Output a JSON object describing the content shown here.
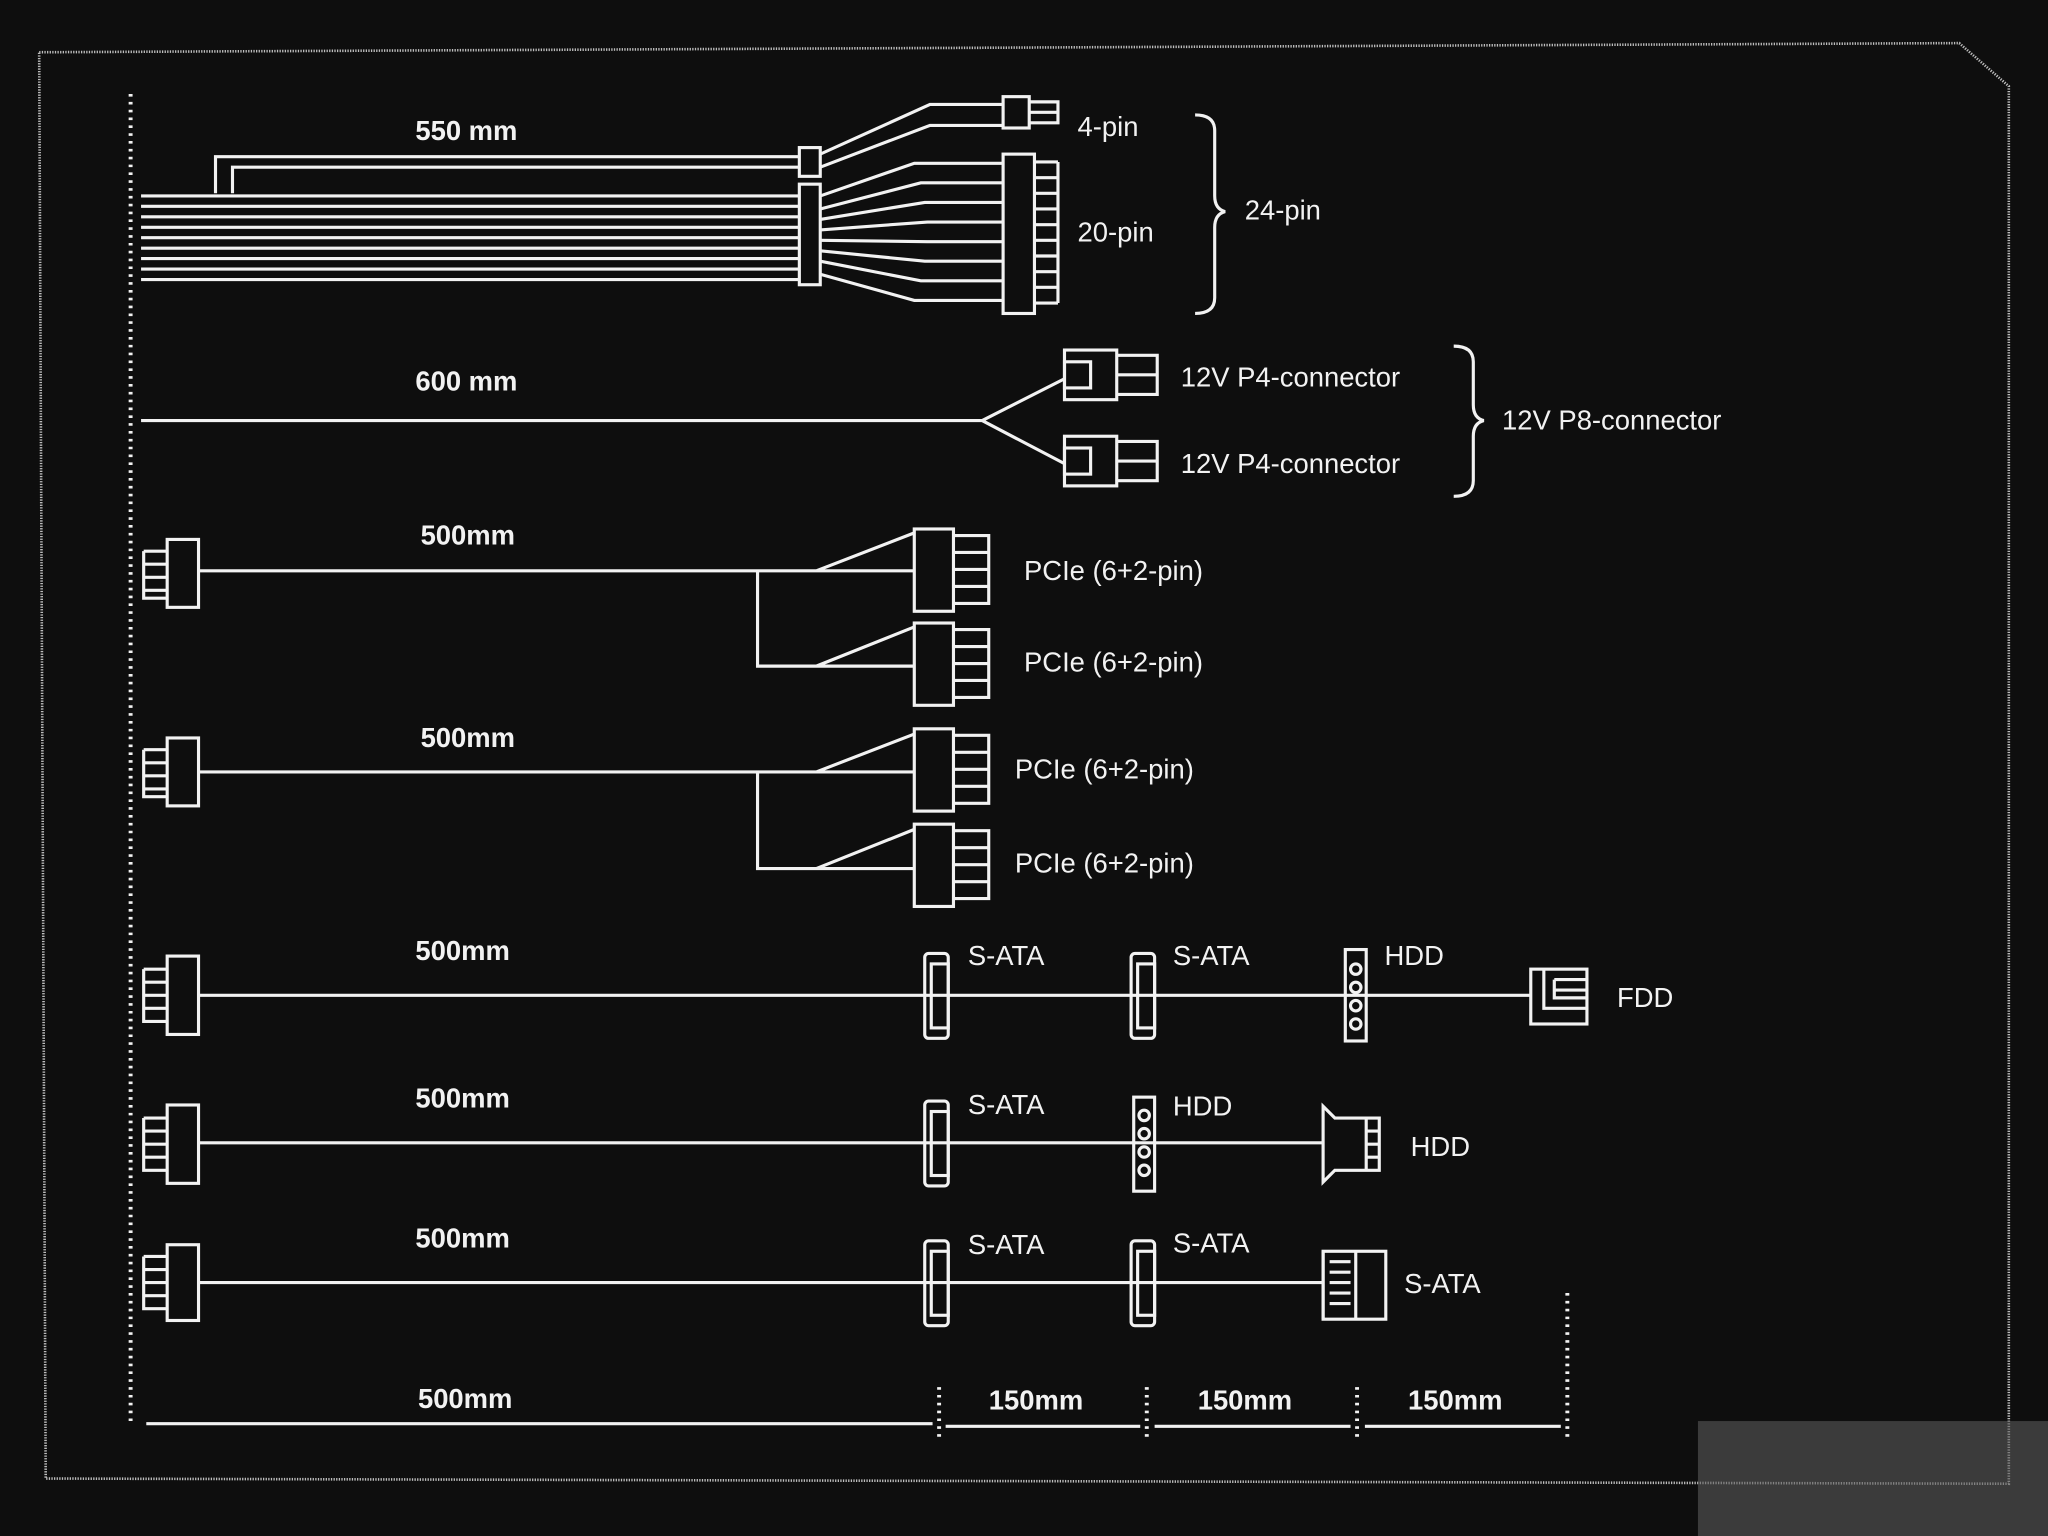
{
  "main_24pin": {
    "length": "550 mm",
    "label_4pin": "4-pin",
    "label_20pin": "20-pin",
    "label_group": "24-pin"
  },
  "cpu_cable": {
    "length": "600 mm",
    "label_a": "12V P4-connector",
    "label_b": "12V P4-connector",
    "label_group": "12V P8-connector"
  },
  "pcie_1": {
    "length": "500mm",
    "label_a": "PCIe (6+2-pin)",
    "label_b": "PCIe (6+2-pin)"
  },
  "pcie_2": {
    "length": "500mm",
    "label_a": "PCIe (6+2-pin)",
    "label_b": "PCIe (6+2-pin)"
  },
  "periph_1": {
    "length": "500mm",
    "c1": "S-ATA",
    "c2": "S-ATA",
    "c3": "HDD",
    "c4": "FDD"
  },
  "periph_2": {
    "length": "500mm",
    "c1": "S-ATA",
    "c2": "HDD",
    "c3": "HDD"
  },
  "periph_3": {
    "length": "500mm",
    "c1": "S-ATA",
    "c2": "S-ATA",
    "c3": "S-ATA"
  },
  "scale": {
    "first": "500mm",
    "seg1": "150mm",
    "seg2": "150mm",
    "seg3": "150mm"
  }
}
